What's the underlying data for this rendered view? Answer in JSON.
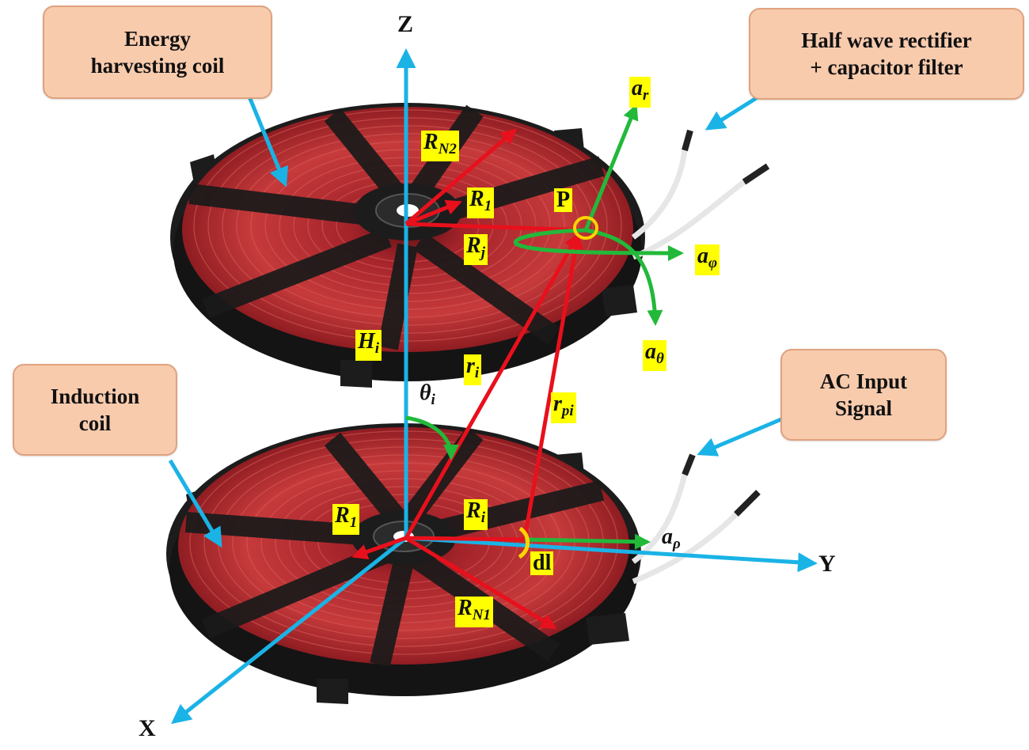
{
  "callouts": {
    "energy_coil": [
      "Energy",
      "harvesting coil"
    ],
    "rectifier": [
      "Half wave rectifier",
      "+ capacitor filter"
    ],
    "induction_coil": [
      "Induction",
      "coil"
    ],
    "ac_input": [
      "AC Input",
      "Signal"
    ]
  },
  "axes": {
    "z": "Z",
    "y": "Y",
    "x": "X"
  },
  "labels": {
    "rn2": {
      "main": "R",
      "sub": "N2"
    },
    "r1_top": {
      "main": "R",
      "sub": "1"
    },
    "rj": {
      "main": "R",
      "sub": "j"
    },
    "p": "P",
    "ar": {
      "main": "a",
      "sub": "r"
    },
    "aphi": {
      "main": "a",
      "sub": "φ"
    },
    "atheta": {
      "main": "a",
      "sub": "θ"
    },
    "hi": {
      "main": "H",
      "sub": "i"
    },
    "ri_vec": {
      "main": "r",
      "sub": "i"
    },
    "thetai": {
      "main": "θ",
      "sub": "i"
    },
    "rpi": {
      "main": "r",
      "sub": "pi"
    },
    "r1_bottom": {
      "main": "R",
      "sub": "1"
    },
    "ri_bottom": {
      "main": "R",
      "sub": "i"
    },
    "arho": {
      "main": "a",
      "sub": "ρ"
    },
    "dl": "dl",
    "rn1": {
      "main": "R",
      "sub": "N1"
    }
  },
  "colors": {
    "coil_copper": "#b2262a",
    "coil_frame": "#1c1c1c",
    "axis_blue": "#1ab3e6",
    "vector_red": "#e8101c",
    "unit_green": "#22b93a",
    "highlight": "#ffff00",
    "callout_fill": "#f8cbad"
  }
}
